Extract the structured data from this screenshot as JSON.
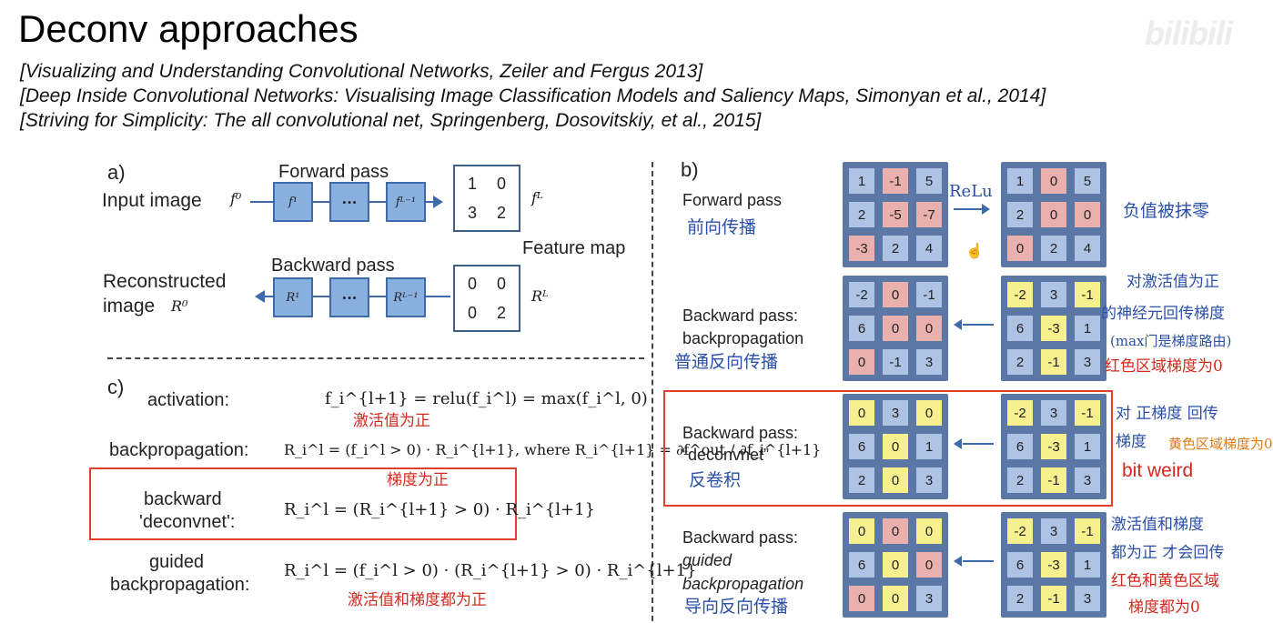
{
  "title": "Deconv approaches",
  "references": [
    "[Visualizing and Understanding Convolutional Networks, Zeiler and Fergus 2013]",
    "[Deep Inside Convolutional Networks: Visualising Image Classification Models and Saliency Maps, Simonyan et al., 2014]",
    "[Striving for Simplicity: The all convolutional net, Springenberg, Dosovitskiy, et al., 2015]"
  ],
  "watermark": "bilibili",
  "panel_a": {
    "tag": "a)",
    "forward_label": "Forward pass",
    "backward_label": "Backward pass",
    "input_label": "Input image",
    "input_symbol": "f⁰",
    "forward_boxes": [
      "f¹",
      "···",
      "fᴸ⁻¹"
    ],
    "backward_boxes": [
      "R¹",
      "···",
      "Rᴸ⁻¹"
    ],
    "feature_symbol": "fᴸ",
    "feature_map_label": "Feature map",
    "recon_label_1": "Reconstructed",
    "recon_label_2": "image",
    "recon_symbol": "R⁰",
    "back_symbol": "Rᴸ",
    "forward_grid": [
      "1",
      "0",
      "3",
      "2"
    ],
    "backward_grid": [
      "0",
      "0",
      "0",
      "2"
    ]
  },
  "panel_c": {
    "tag": "c)",
    "rows": [
      {
        "label": "activation:",
        "formula": "f_i^{l+1} = relu(f_i^l) = max(f_i^l, 0)",
        "note": "激活值为正"
      },
      {
        "label": "backpropagation:",
        "formula": "R_i^l = (f_i^l > 0) · R_i^{l+1},  where  R_i^{l+1} = ∂f^out / ∂f_i^{l+1}"
      },
      {
        "label_1": "backward",
        "label_2": "'deconvnet':",
        "formula": "R_i^l = (R_i^{l+1} > 0) · R_i^{l+1}",
        "note": "梯度为正"
      },
      {
        "label_1": "guided",
        "label_2": "backpropagation:",
        "formula": "R_i^l = (f_i^l > 0) · (R_i^{l+1} > 0) · R_i^{l+1}",
        "note": "激活值和梯度都为正"
      }
    ]
  },
  "panel_b": {
    "tag": "b)",
    "relu_label": "ReLu",
    "rows": [
      {
        "label": [
          "Forward pass"
        ],
        "hand": "前向传播",
        "left": [
          "1",
          "-1",
          "5",
          "2",
          "-5",
          "-7",
          "-3",
          "2",
          "4"
        ],
        "left_colors": [
          "b",
          "r",
          "b",
          "b",
          "r",
          "r",
          "r",
          "b",
          "b"
        ],
        "right": [
          "1",
          "0",
          "5",
          "2",
          "0",
          "0",
          "0",
          "2",
          "4"
        ],
        "right_colors": [
          "b",
          "r",
          "b",
          "b",
          "r",
          "r",
          "r",
          "b",
          "b"
        ],
        "note": [
          "负值被抹零"
        ]
      },
      {
        "label": [
          "Backward pass:",
          "backpropagation"
        ],
        "hand": "普通反向传播",
        "left": [
          "-2",
          "0",
          "-1",
          "6",
          "0",
          "0",
          "0",
          "-1",
          "3"
        ],
        "left_colors": [
          "b",
          "r",
          "b",
          "b",
          "r",
          "r",
          "r",
          "b",
          "b"
        ],
        "right": [
          "-2",
          "3",
          "-1",
          "6",
          "-3",
          "1",
          "2",
          "-1",
          "3"
        ],
        "right_colors": [
          "y",
          "b",
          "y",
          "b",
          "y",
          "b",
          "b",
          "y",
          "b"
        ],
        "note": [
          "对激活值为正",
          "的神经元回传梯度",
          "(max门是梯度路由)",
          "红色区域梯度为0"
        ]
      },
      {
        "label": [
          "Backward pass:",
          "“deconvnet”"
        ],
        "hand": "反卷积",
        "left": [
          "0",
          "3",
          "0",
          "6",
          "0",
          "1",
          "2",
          "0",
          "3"
        ],
        "left_colors": [
          "y",
          "b",
          "y",
          "b",
          "y",
          "b",
          "b",
          "y",
          "b"
        ],
        "right": [
          "-2",
          "3",
          "-1",
          "6",
          "-3",
          "1",
          "2",
          "-1",
          "3"
        ],
        "right_colors": [
          "y",
          "b",
          "y",
          "b",
          "y",
          "b",
          "b",
          "y",
          "b"
        ],
        "note": [
          "对 正梯度 回传",
          "梯度"
        ],
        "note_orange": "黄色区域梯度为0",
        "note_red": "bit weird"
      },
      {
        "label": [
          "Backward pass:",
          "guided",
          "backpropagation"
        ],
        "hand": "导向反向传播",
        "left": [
          "0",
          "0",
          "0",
          "6",
          "0",
          "0",
          "0",
          "0",
          "3"
        ],
        "left_colors": [
          "y",
          "r",
          "y",
          "b",
          "y",
          "r",
          "r",
          "y",
          "b"
        ],
        "right": [
          "-2",
          "3",
          "-1",
          "6",
          "-3",
          "1",
          "2",
          "-1",
          "3"
        ],
        "right_colors": [
          "y",
          "b",
          "y",
          "b",
          "y",
          "b",
          "b",
          "y",
          "b"
        ],
        "note": [
          "激活值和梯度",
          "都为正 才会回传",
          "红色和黄色区域",
          "梯度都为0"
        ]
      }
    ]
  },
  "colors": {
    "blue_cell": "#aec3e3",
    "red_cell": "#e9b0ae",
    "yellow_cell": "#f6f08e",
    "highlight": "#e0402c"
  }
}
